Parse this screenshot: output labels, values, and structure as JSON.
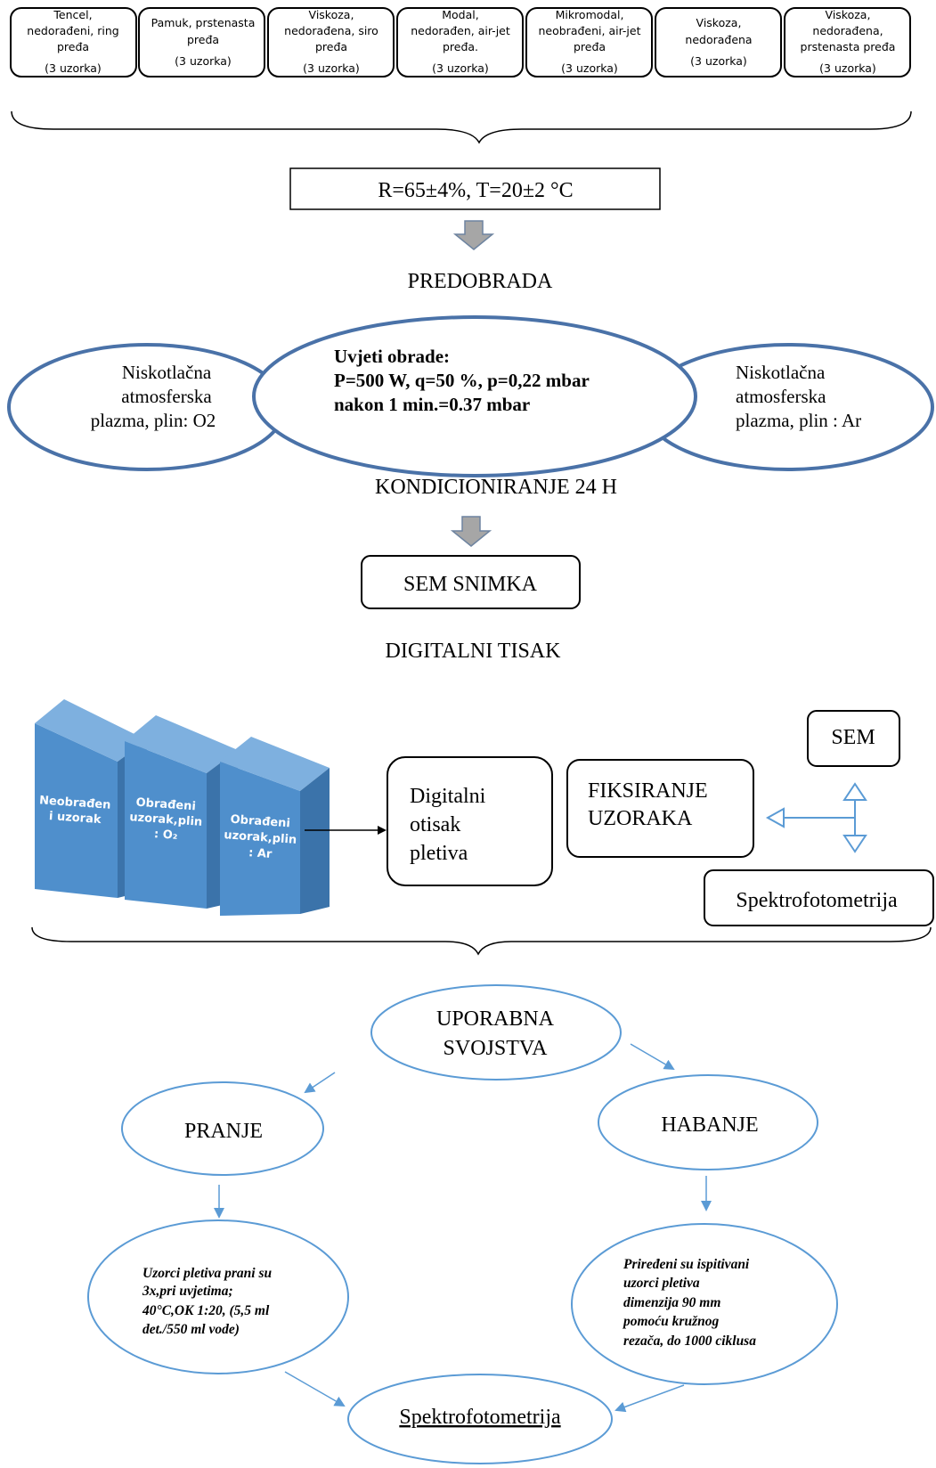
{
  "samples": [
    {
      "lines": [
        "Tencel,",
        "nedorađeni, ring",
        "pređa"
      ],
      "count": "(3 uzorka)"
    },
    {
      "lines": [
        "Pamuk, prstenasta",
        "pređa"
      ],
      "count": "(3 uzorka)"
    },
    {
      "lines": [
        "Viskoza,",
        "nedorađena, siro",
        "pređa"
      ],
      "count": "(3 uzorka)"
    },
    {
      "lines": [
        "Modal,",
        "nedorađen, air-jet",
        "pređa."
      ],
      "count": "(3 uzorka)"
    },
    {
      "lines": [
        "Mikromodal,",
        "neobrađeni, air-jet",
        "pređa"
      ],
      "count": "(3 uzorka)"
    },
    {
      "lines": [
        "Viskoza,",
        "nedorađena"
      ],
      "count": "(3 uzorka)"
    },
    {
      "lines": [
        "Viskoza,",
        "nedorađena,",
        "prstenasta pređa"
      ],
      "count": "(3 uzorka)"
    }
  ],
  "conditions_box": "R=65±4%, T=20±2 °C",
  "pretreatment_label": "PREDOBRADA",
  "plasma_o2": [
    "Niskotlačna",
    "atmosferska",
    "plazma, plin: O2"
  ],
  "treatment_conditions": [
    "Uvjeti obrade:",
    "P=500 W, q=50 %, p=0,22 mbar",
    "nakon 1 min.=0.37 mbar"
  ],
  "plasma_ar": [
    "Niskotlačna",
    "atmosferska",
    "plazma, plin : Ar"
  ],
  "conditioning_label": "KONDICIONIRANJE 24 H",
  "sem_image_box": "SEM SNIMKA",
  "digital_print_label": "DIGITALNI TISAK",
  "sample_blocks": [
    [
      "Neobrađen",
      "i uzorak"
    ],
    [
      "Obrađeni",
      "uzorak,plin",
      ": O₂"
    ],
    [
      "Obrađeni",
      "uzorak,plin",
      ": Ar"
    ]
  ],
  "digital_print_box": [
    "Digitalni",
    "otisak",
    "pletiva"
  ],
  "fixing_box": [
    "FIKSIRANJE",
    "UZORAKA"
  ],
  "sem_box": "SEM",
  "spectro_box": "Spektrofotometrija",
  "usage_properties": [
    "UPORABNA",
    "SVOJSTVA"
  ],
  "washing": "PRANJE",
  "abrasion": "HABANJE",
  "washing_details": [
    "Uzorci pletiva prani su",
    "3x,pri uvjetima;",
    "40°C,OK 1:20,  (5,5 ml",
    "det./550 ml vode)"
  ],
  "abrasion_details": [
    "Priređeni su ispitivani",
    "uzorci pletiva",
    "dimenzija 90 mm",
    "pomoću kružnog",
    "rezača, do 1000 ciklusa"
  ],
  "final_spectro": "Spektrofotometrija",
  "colors": {
    "ellipse_stroke": "#4a72a8",
    "arrow_gray": "#a6a6a6",
    "arrow_gray_stroke": "#6e84a0",
    "block_blue": "#4f8fcc",
    "block_blue_light": "#7eb0df",
    "block_blue_dark": "#3b73aa",
    "line_blue": "#5b9bd5"
  }
}
